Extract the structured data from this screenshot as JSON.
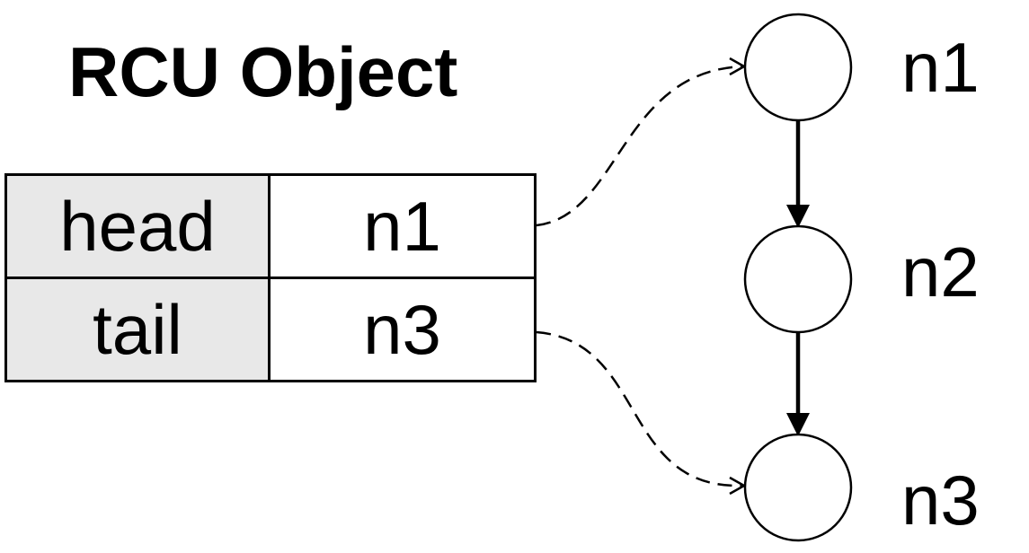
{
  "title": "RCU Object",
  "fields": [
    {
      "key": "head",
      "value": "n1"
    },
    {
      "key": "tail",
      "value": "n3"
    }
  ],
  "nodes": [
    "n1",
    "n2",
    "n3"
  ],
  "colors": {
    "key_cell_background": "#e8e8e8",
    "stroke": "#000000"
  }
}
